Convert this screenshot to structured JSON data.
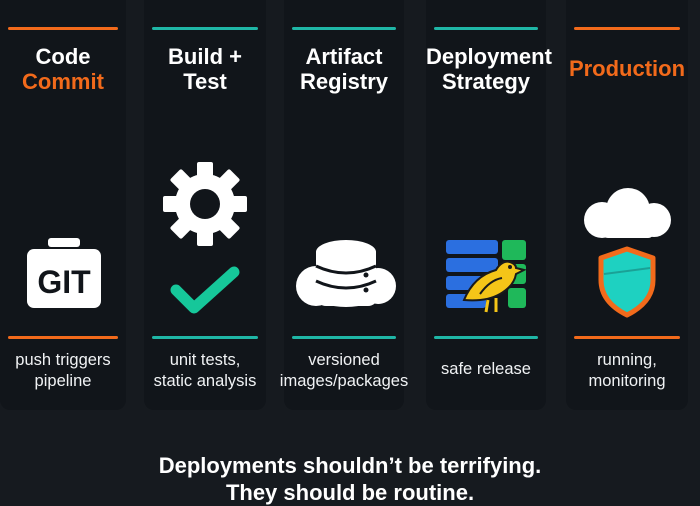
{
  "colors": {
    "background": "#161a1f",
    "panel": "#11151a",
    "accent_orange": "#f26a1b",
    "accent_teal": "#1fb6a6",
    "check_green": "#16c79a",
    "shield_fill": "#1ed1c1",
    "registry_blue": "#2b6fe0",
    "bird_yellow": "#f5c518"
  },
  "stages": [
    {
      "title_line1": "Code",
      "title_line2": "Commit",
      "line2_accent": true,
      "bar_color": "#f26a1b",
      "icon": "git-icon",
      "icon_label": "GIT",
      "desc_line1": "push triggers",
      "desc_line2": "pipeline"
    },
    {
      "title_line1": "Build +",
      "title_line2": "Test",
      "bar_color": "#1fb6a6",
      "icon": "gear-check-icon",
      "desc_line1": "unit tests,",
      "desc_line2": "static analysis"
    },
    {
      "title_line1": "Artifact",
      "title_line2": "Registry",
      "bar_color": "#1fb6a6",
      "icon": "database-cloud-icon",
      "desc_line1": "versioned",
      "desc_line2": "images/packages"
    },
    {
      "title_line1": "Deployment",
      "title_line2": "Strategy",
      "bar_color": "#1fb6a6",
      "icon": "canary-icon",
      "desc_line1": "safe release"
    },
    {
      "title_line1": "Production",
      "title_accent": true,
      "bar_color": "#f26a1b",
      "icon": "cloud-shield-icon",
      "desc_line1": "running,",
      "desc_line2": "monitoring"
    }
  ],
  "tagline": {
    "line1": "Deployments shouldn’t be terrifying.",
    "line2": "They should be routine."
  }
}
